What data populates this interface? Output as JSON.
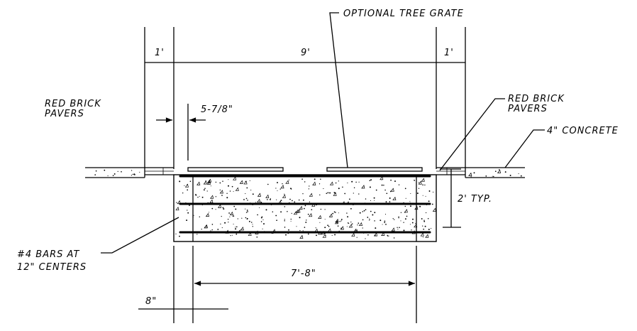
{
  "drawing": {
    "labels": {
      "tree_grate": "OPTIONAL TREE GRATE",
      "dim_left_1ft": "1'",
      "dim_center_9ft": "9'",
      "dim_right_1ft": "1'",
      "pavers_left_line1": "RED BRICK",
      "pavers_left_line2": "PAVERS",
      "pavers_right_line1": "RED BRICK",
      "pavers_right_line2": "PAVERS",
      "dim_5_7_8": "5-7/8\"",
      "concrete": "4\" CONCRETE",
      "depth_typ": "2' TYP.",
      "bars_line1": "#4 BARS AT",
      "bars_line2": "12\" CENTERS",
      "dim_7_8": "7'-8\"",
      "dim_8in": "8\""
    }
  }
}
